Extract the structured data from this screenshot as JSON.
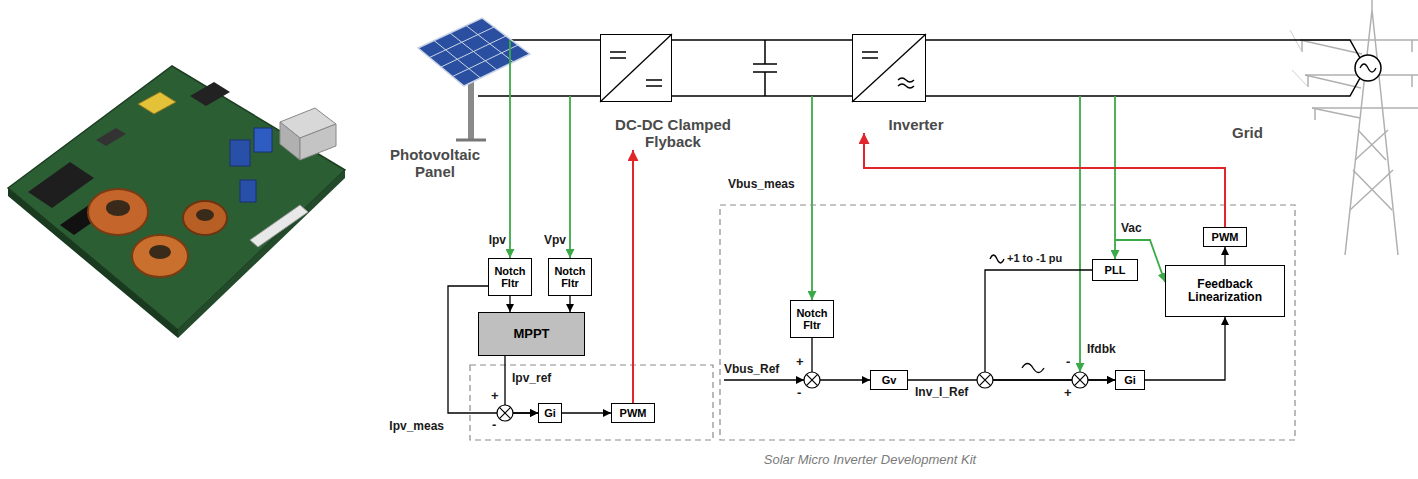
{
  "diagram": {
    "caption": "Solar Micro Inverter Development Kit",
    "nodes": [
      {
        "text": [
          "DC-DC Clamped Flyback"
        ]
      },
      {
        "text": [
          "Inverter"
        ]
      },
      {
        "text": [
          "Notch Fltr"
        ]
      },
      {
        "text": [
          "Notch Fltr"
        ]
      },
      {
        "text": [
          "MPPT"
        ]
      },
      {
        "text": [
          "Gi"
        ]
      },
      {
        "text": [
          "PWM"
        ]
      },
      {
        "text": [
          "Notch Fltr"
        ]
      },
      {
        "text": [
          "Gv"
        ]
      },
      {
        "text": [
          "PLL"
        ]
      },
      {
        "text": [
          "Gi"
        ]
      },
      {
        "text": [
          "Feedback Linearization"
        ]
      },
      {
        "text": [
          "PWM"
        ]
      }
    ],
    "edges": [
      {
        "from": 2,
        "to": 4,
        "arrow": "to"
      },
      {
        "from": 3,
        "to": 4,
        "arrow": "to"
      },
      {
        "from": 2,
        "to": 5,
        "label": "Ipv_meas",
        "arrow": "to"
      },
      {
        "from": 4,
        "to": 5,
        "label": "Ipv_ref",
        "arrow": "to"
      },
      {
        "from": 5,
        "to": 6,
        "arrow": "to"
      },
      {
        "from": 6,
        "to": 0,
        "arrow": "to"
      },
      {
        "from": 7,
        "to": 8,
        "arrow": "to"
      },
      {
        "from": 8,
        "to": 10,
        "label": "Inv_I_Ref",
        "arrow": "to"
      },
      {
        "from": 9,
        "to": 10,
        "label": "+1 to -1 pu",
        "arrow": "to"
      },
      {
        "from": 10,
        "to": 11,
        "arrow": "to"
      },
      {
        "from": 11,
        "to": 12,
        "arrow": "to"
      },
      {
        "from": 12,
        "to": 1,
        "arrow": "to"
      }
    ],
    "labels": [
      "Photovoltaic Panel",
      "Ipv",
      "Vpv",
      "+",
      "-",
      "Vbus_meas",
      "Vbus_Ref",
      "+",
      "-",
      "Vac",
      "Ifdbk",
      "-",
      "+",
      "Grid"
    ]
  }
}
